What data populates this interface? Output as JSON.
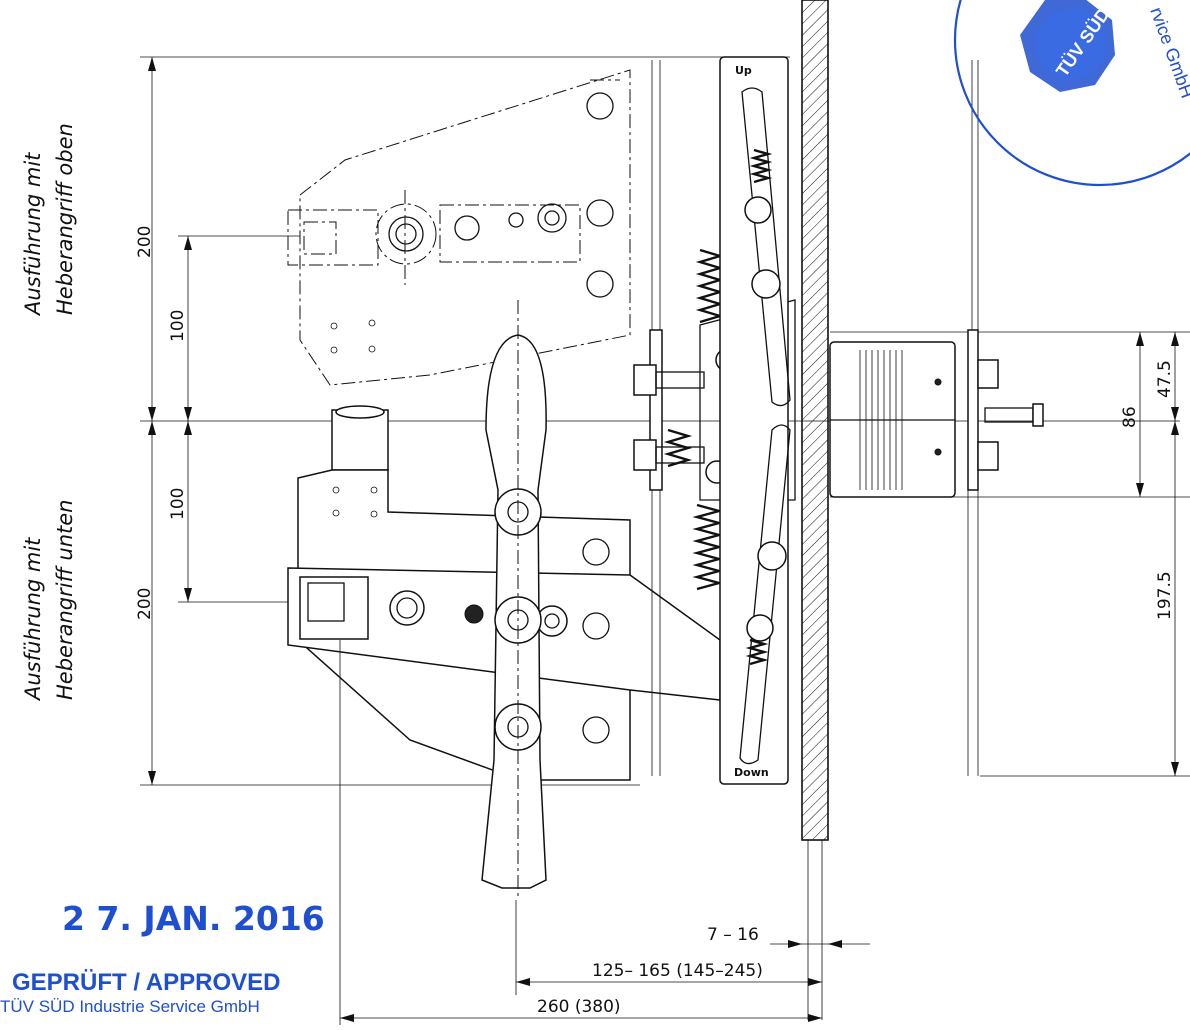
{
  "labels": {
    "variant_top_line1": "Ausführung mit",
    "variant_top_line2": "Heberangriff oben",
    "variant_bottom_line1": "Ausführung mit",
    "variant_bottom_line2": "Heberangriff unten",
    "up": "Up",
    "down": "Down"
  },
  "dimensions": {
    "left_top_200": "200",
    "left_top_100": "100",
    "left_bottom_100": "100",
    "left_bottom_200": "200",
    "right_47_5": "47.5",
    "right_86": "86",
    "right_197_5": "197.5",
    "bottom_7_16": "7 – 16",
    "bottom_125_165": "125– 165 (145–245)",
    "bottom_260": "260 (380)"
  },
  "stamp": {
    "date": "2 7. JAN. 2016",
    "approved": "GEPRÜFT / APPROVED",
    "organization": "TÜV SÜD Industrie Service GmbH",
    "seal_logo": "TÜV SÜD",
    "seal_ring_text": "rvice GmbH",
    "color": "#1f4fd1"
  }
}
